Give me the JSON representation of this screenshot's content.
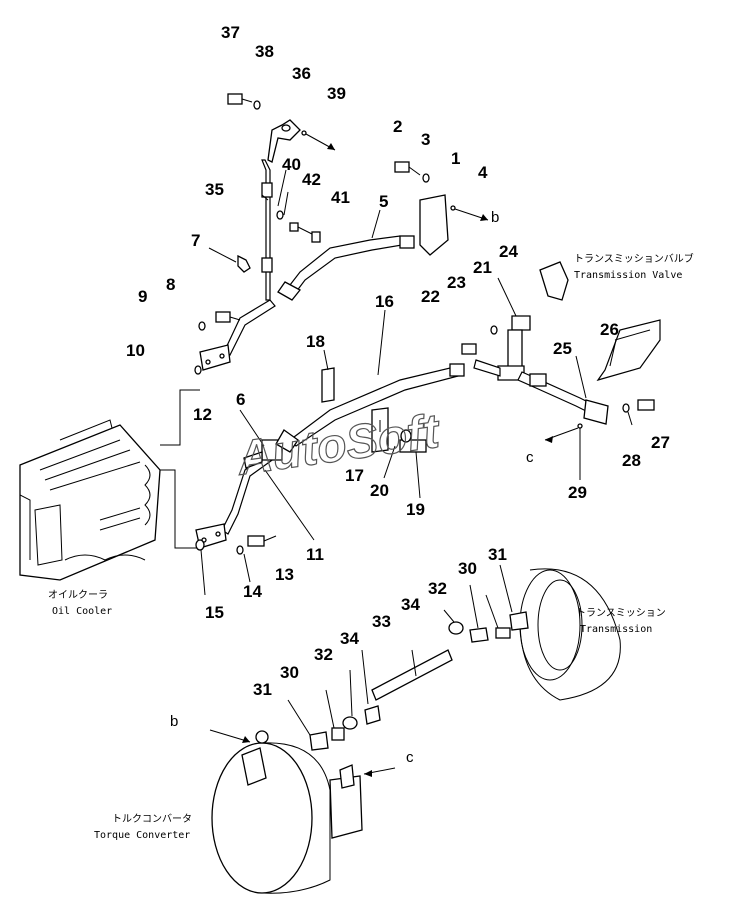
{
  "watermark": "AutoSoft",
  "captions": {
    "oil_cooler_jp": "オイルクーラ",
    "oil_cooler_en": "Oil Cooler",
    "trans_valve_jp": "トランスミッションバルブ",
    "trans_valve_en": "Transmission Valve",
    "transmission_jp": "トランスミッション",
    "transmission_en": "Transmission",
    "torque_conv_jp": "トルクコンバータ",
    "torque_conv_en": "Torque Converter"
  },
  "ref_letters": {
    "b1": "b",
    "b2": "b",
    "c1": "c",
    "c2": "c"
  },
  "callouts": {
    "n1": "1",
    "n2": "2",
    "n3": "3",
    "n4": "4",
    "n5": "5",
    "n6": "6",
    "n7": "7",
    "n8": "8",
    "n9": "9",
    "n10": "10",
    "n11": "11",
    "n12": "12",
    "n13": "13",
    "n14": "14",
    "n15": "15",
    "n16": "16",
    "n17": "17",
    "n18": "18",
    "n19": "19",
    "n20": "20",
    "n21": "21",
    "n22": "22",
    "n23": "23",
    "n24": "24",
    "n25": "25",
    "n26": "26",
    "n27": "27",
    "n28": "28",
    "n29": "29",
    "n30a": "30",
    "n30b": "30",
    "n31a": "31",
    "n31b": "31",
    "n32a": "32",
    "n32b": "32",
    "n33": "33",
    "n34a": "34",
    "n34b": "34",
    "n35": "35",
    "n36": "36",
    "n37": "37",
    "n38": "38",
    "n39": "39",
    "n40": "40",
    "n41": "41",
    "n42": "42"
  }
}
